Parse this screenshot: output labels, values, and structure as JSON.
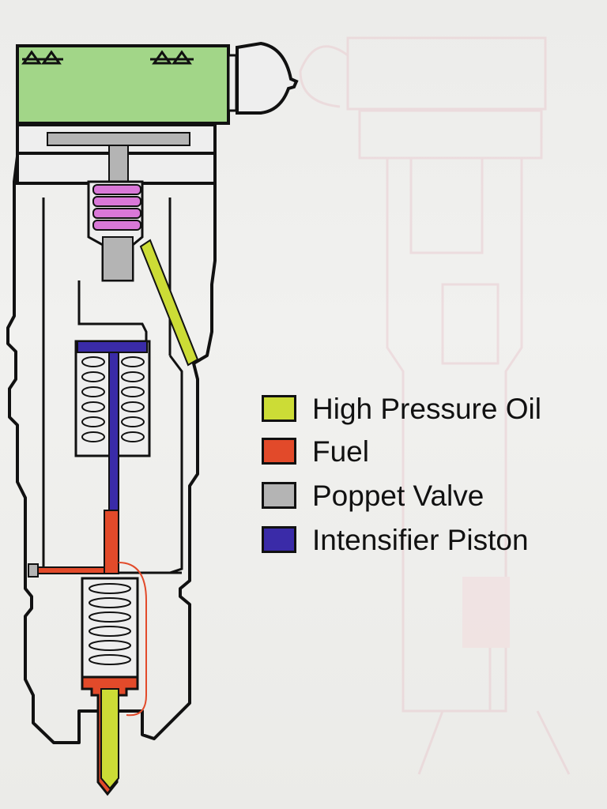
{
  "colors": {
    "high_pressure_oil": "#ccdc36",
    "fuel": "#e24a2a",
    "poppet_valve": "#b4b4b4",
    "intensifier_piston": "#3a2ba8",
    "solenoid": "#a2d688",
    "spring": "#d978d8",
    "outline": "#111111",
    "paper": "#eeeeec",
    "bleed_through": "#f6c2c8"
  },
  "legend": [
    {
      "label": "High Pressure Oil",
      "color": "#ccdc36",
      "key": "high-pressure-oil"
    },
    {
      "label": "Fuel",
      "color": "#e24a2a",
      "key": "fuel"
    },
    {
      "label": "Poppet Valve",
      "color": "#b4b4b4",
      "key": "poppet-valve"
    },
    {
      "label": "Intensifier Piston",
      "color": "#3a2ba8",
      "key": "intensifier-piston"
    }
  ]
}
